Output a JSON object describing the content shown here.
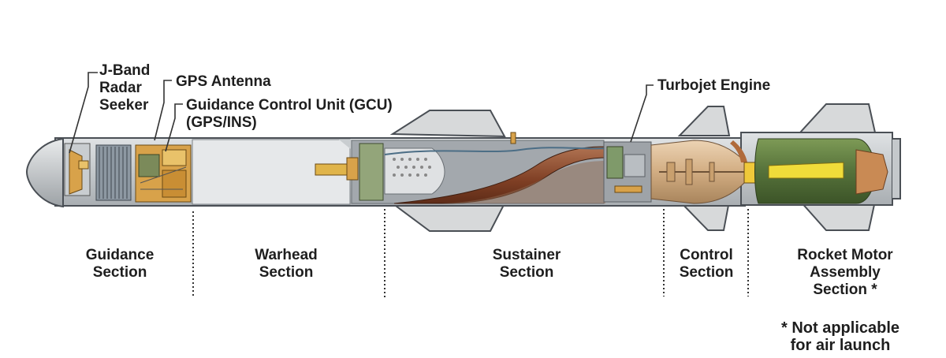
{
  "callouts": {
    "seeker": [
      "J-Band",
      "Radar",
      "Seeker"
    ],
    "gps_antenna": "GPS Antenna",
    "gcu": [
      "Guidance Control Unit (GCU)",
      "(GPS/INS)"
    ],
    "turbojet": "Turbojet Engine"
  },
  "sections": {
    "guidance": [
      "Guidance",
      "Section"
    ],
    "warhead": [
      "Warhead",
      "Section"
    ],
    "sustainer": [
      "Sustainer",
      "Section"
    ],
    "control": [
      "Control",
      "Section"
    ],
    "rocket": [
      "Rocket Motor",
      "Assembly",
      "Section *"
    ]
  },
  "footnote": [
    "* Not applicable",
    "for air launch"
  ],
  "colors": {
    "airframe": "#c9cdd0",
    "outline": "#4a4f55",
    "warhead_bay": "#e2e4e6",
    "sustainer_bay": "#a9aeb2",
    "guidance_gold": "#d8a24a",
    "duct": "#8a4a2c",
    "engine_bronze": "#d8b58c",
    "rocket_green": "#5c7a3c",
    "fins": "#d5d7d8",
    "text": "#1e1e1e"
  }
}
